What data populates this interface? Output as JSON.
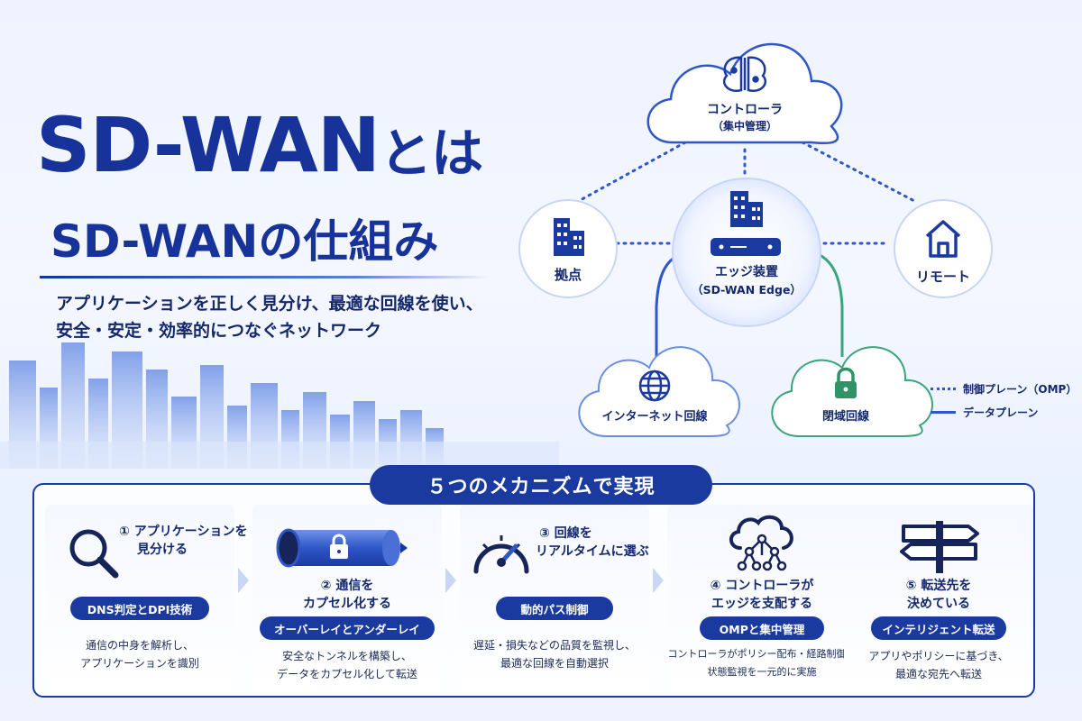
{
  "title": {
    "main": "SD-WAN",
    "main_suffix": "とは",
    "sub": "SD-WANの仕組み",
    "tagline_line1": "アプリケーションを正しく見分け、最適な回線を使い、",
    "tagline_line2": "安全・安定・効率的につなぐネットワーク"
  },
  "diagram": {
    "controller": {
      "label": "コントローラ",
      "sublabel": "（集中管理）",
      "icon": "brain-icon"
    },
    "base": {
      "label": "拠点",
      "icon": "building-icon"
    },
    "edge": {
      "label": "エッジ装置",
      "sublabel": "（SD-WAN Edge）",
      "icon": "router-icon"
    },
    "remote": {
      "label": "リモート",
      "icon": "house-icon"
    },
    "internet": {
      "label": "インターネット回線",
      "icon": "globe-icon"
    },
    "closed": {
      "label": "閉域回線",
      "icon": "lock-icon"
    },
    "legend": {
      "control": "制御プレーン（OMP）",
      "data": "データプレーン"
    },
    "colors": {
      "primary": "#1a3aa0",
      "green": "#3aa57a"
    }
  },
  "mechanisms": {
    "title": "５つのメカニズムで実現",
    "items": [
      {
        "head_line1": "① アプリケーションを",
        "head_line2": "見分ける",
        "pill": "DNS判定とDPI技術",
        "desc_line1": "通信の中身を解析し、",
        "desc_line2": "アプリケーションを識別",
        "icon": "magnifier-icon"
      },
      {
        "head_line1": "② 通信を",
        "head_line2": "カプセル化する",
        "pill": "オーバーレイとアンダーレイ",
        "desc_line1": "安全なトンネルを構築し、",
        "desc_line2": "データをカプセル化して転送",
        "icon": "tunnel-lock-icon"
      },
      {
        "head_line1": "③ 回線を",
        "head_line2": "リアルタイムに選ぶ",
        "pill": "動的パス制御",
        "desc_line1": "遅延・損失などの品質を監視し、",
        "desc_line2": "最適な回線を自動選択",
        "icon": "gauge-icon"
      },
      {
        "head_line1": "④ コントローラが",
        "head_line2": "エッジを支配する",
        "pill": "OMPと集中管理",
        "desc_line1": "コントローラがポリシー配布・経路制御・",
        "desc_line2": "状態監視を一元的に実施",
        "icon": "cloud-network-icon"
      },
      {
        "head_line1": "⑤ 転送先を",
        "head_line2": "決めている",
        "pill": "インテリジェント転送",
        "desc_line1": "アプリやポリシーに基づき、",
        "desc_line2": "最適な宛先へ転送",
        "icon": "signpost-icon"
      }
    ]
  }
}
